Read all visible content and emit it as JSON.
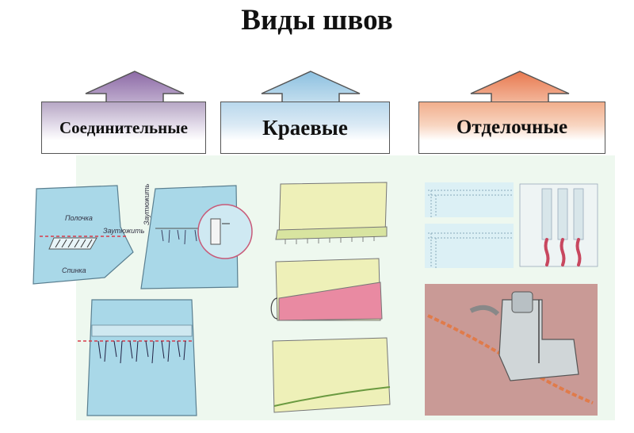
{
  "title": "Виды швов",
  "categories": [
    {
      "label": "Соединительные",
      "color": "#8d6aa6"
    },
    {
      "label": "Краевые",
      "color": "#8cc0e0"
    },
    {
      "label": "Отделочные",
      "color": "#e8794f"
    }
  ],
  "illustrations": {
    "connecting": {
      "front_label": "Полочка",
      "back_label": "Спинка",
      "tack_label": "Заутюжить"
    }
  }
}
